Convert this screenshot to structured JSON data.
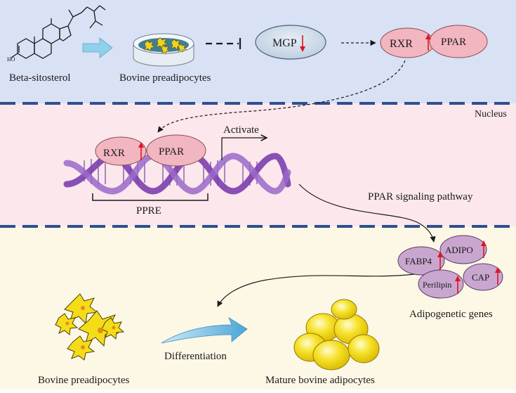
{
  "top": {
    "compound_label": "Beta-sitosterol",
    "cells_label": "Bovine preadipocytes",
    "mgp_label": "MGP",
    "rxr_label": "RXR",
    "ppar_label": "PPAR"
  },
  "nucleus": {
    "region_label": "Nucleus",
    "rxr_label": "RXR",
    "ppar_label": "PPAR",
    "activate_label": "Activate",
    "ppre_label": "PPRE",
    "pathway_label": "PPAR signaling pathway"
  },
  "bottom": {
    "genes": {
      "fabp4": "FABP4",
      "adipo": "ADIPO",
      "perilipin": "Perilipin",
      "cap": "CAP"
    },
    "genes_label": "Adipogenetic genes",
    "preadipocytes_label": "Bovine preadipocytes",
    "differentiation_label": "Differentiation",
    "mature_label": "Mature bovine adipocytes"
  },
  "colors": {
    "top_bg": "#d9e1f4",
    "nucleus_bg": "#fbe7ec",
    "bottom_bg": "#fdf7e6",
    "divider": "#2f4f8f",
    "mgp_fill": "#c9d7e6",
    "receptor_fill": "#f2b6c0",
    "gene_fill": "#c9a6cf",
    "dna": "#8e5ab8",
    "up_down_arrow": "#e0141e",
    "fat_cell": "#f5dc18",
    "arrow_blue": "#6fbede"
  }
}
